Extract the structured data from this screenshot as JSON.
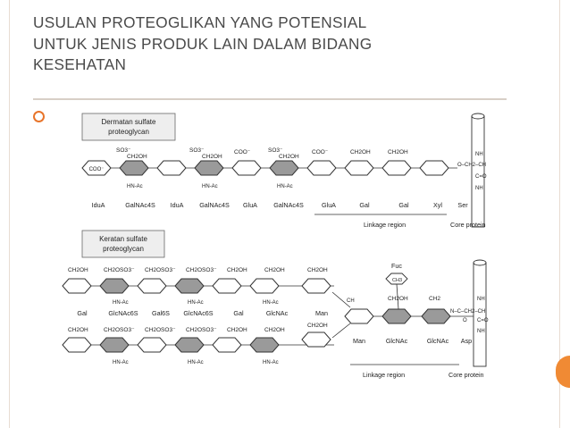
{
  "slide": {
    "title_lines": [
      "USULAN PROTEOGLIKAN YANG POTENSIAL",
      "UNTUK JENIS PRODUK LAIN DALAM BIDANG",
      "KESEHATAN"
    ],
    "accent_color": "#e8742a"
  },
  "diagram": {
    "dermatan": {
      "label_lines": [
        "Dermatan sulfate",
        "proteoglycan"
      ],
      "top_labels": [
        "SO3⁻",
        "CH2OH",
        "SO3⁻",
        "CH2OH",
        "COO⁻",
        "SO3⁻",
        "CH2OH",
        "COO⁻",
        "CH2OH",
        "CH2OH"
      ],
      "coo_label": "COO⁻",
      "hnac": [
        "HN-Ac",
        "HN-Ac",
        "HN-Ac"
      ],
      "sugars": [
        "IduA",
        "GalNAc4S",
        "IduA",
        "GalNAc4S",
        "GluA",
        "GalNAc4S",
        "GluA",
        "Gal",
        "Gal",
        "Xyl",
        "Ser"
      ],
      "ser_chain": [
        "NH",
        "O–CH2–CH",
        "C=O",
        "NH"
      ],
      "linkage": "Linkage region",
      "core": "Core protein"
    },
    "keratan": {
      "label_lines": [
        "Keratan sulfate",
        "proteoglycan"
      ],
      "top_row1": [
        "CH2OH",
        "CH2OSO3⁻",
        "CH2OSO3⁻",
        "CH2OSO3⁻",
        "CH2OH",
        "CH2OH",
        "CH2OH"
      ],
      "hnac1": [
        "HN-Ac",
        "HN-Ac",
        "HN-Ac"
      ],
      "sugars1": [
        "Gal",
        "GlcNAc6S",
        "Gal6S",
        "GlcNAc6S",
        "Gal",
        "GlcNAc",
        "Man"
      ],
      "fuc": "Fuc",
      "ch3": "CH3",
      "branch_top": [
        "CH2OH",
        "CH2"
      ],
      "asp_chain": [
        "NH",
        "N–C–CH2–CH",
        "O",
        "C=O",
        "NH"
      ],
      "top_row2": [
        "CH2OH",
        "CH2OSO3⁻",
        "CH2OSO3⁻",
        "CH2OSO3⁻",
        "CH2OH",
        "CH2OH",
        "CH2OH"
      ],
      "hnac2": [
        "HN-Ac",
        "HN-Ac",
        "HN-Ac"
      ],
      "sugars2": [
        "Man",
        "GlcNAc",
        "GlcNAc",
        "Asp"
      ],
      "ch_label": "CH",
      "linkage": "Linkage region",
      "core": "Core protein"
    }
  }
}
